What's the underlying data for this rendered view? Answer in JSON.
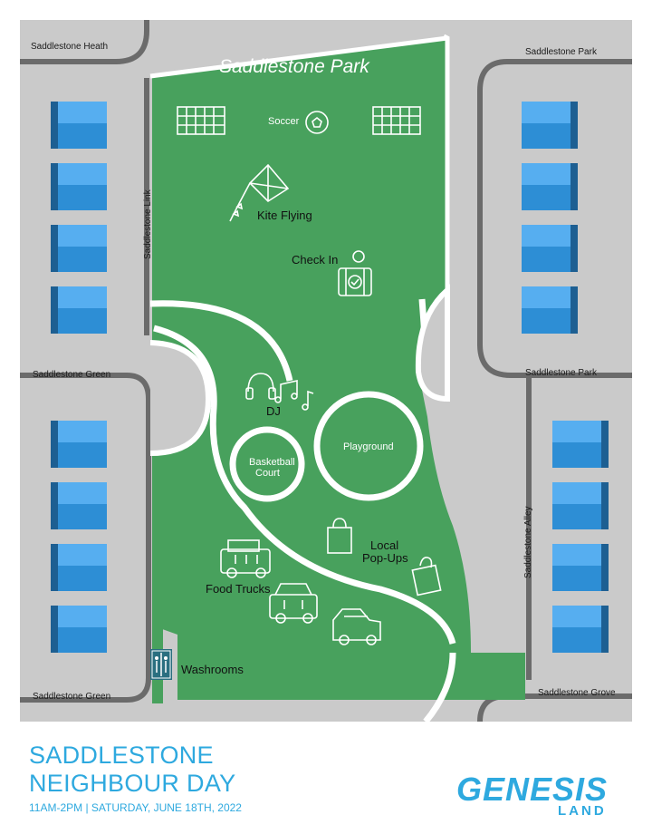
{
  "park": {
    "title": "Saddlestone Park"
  },
  "streets": {
    "heath": "Saddlestone Heath",
    "park_top": "Saddlestone Park",
    "link": "Saddlestone Link",
    "green_mid": "Saddlestone Green",
    "park_mid": "Saddlestone Park",
    "alley": "Saddlestone Alley",
    "green_bottom": "Saddlestone Green",
    "grove": "Saddlestone Grove"
  },
  "activities": {
    "soccer": "Soccer",
    "kite": "Kite Flying",
    "checkin": "Check In",
    "dj": "DJ",
    "basketball_line1": "Basketball",
    "basketball_line2": "Court",
    "playground": "Playground",
    "popups_line1": "Local",
    "popups_line2": "Pop-Ups",
    "food_trucks": "Food Trucks",
    "washrooms": "Washrooms"
  },
  "icons": [
    "soccer-goal-icon",
    "soccer-ball-icon",
    "kite-icon",
    "check-in-icon",
    "headphones-icon",
    "music-notes-icon",
    "shopping-bag-icon",
    "food-truck-icon",
    "washroom-icon"
  ],
  "event": {
    "title_line1": "SADDLESTONE",
    "title_line2": "NEIGHBOUR DAY",
    "date": "11AM-2PM | SATURDAY, JUNE 18TH, 2022"
  },
  "brand": {
    "name": "GENESIS",
    "sub": "LAND"
  },
  "colors": {
    "park_green": "#48a15d",
    "lot_gray": "#c9c9c9",
    "road_gray": "#6b6b6b",
    "roof_blue": "#2d8ed5",
    "accent_blue": "#2ea9df"
  }
}
